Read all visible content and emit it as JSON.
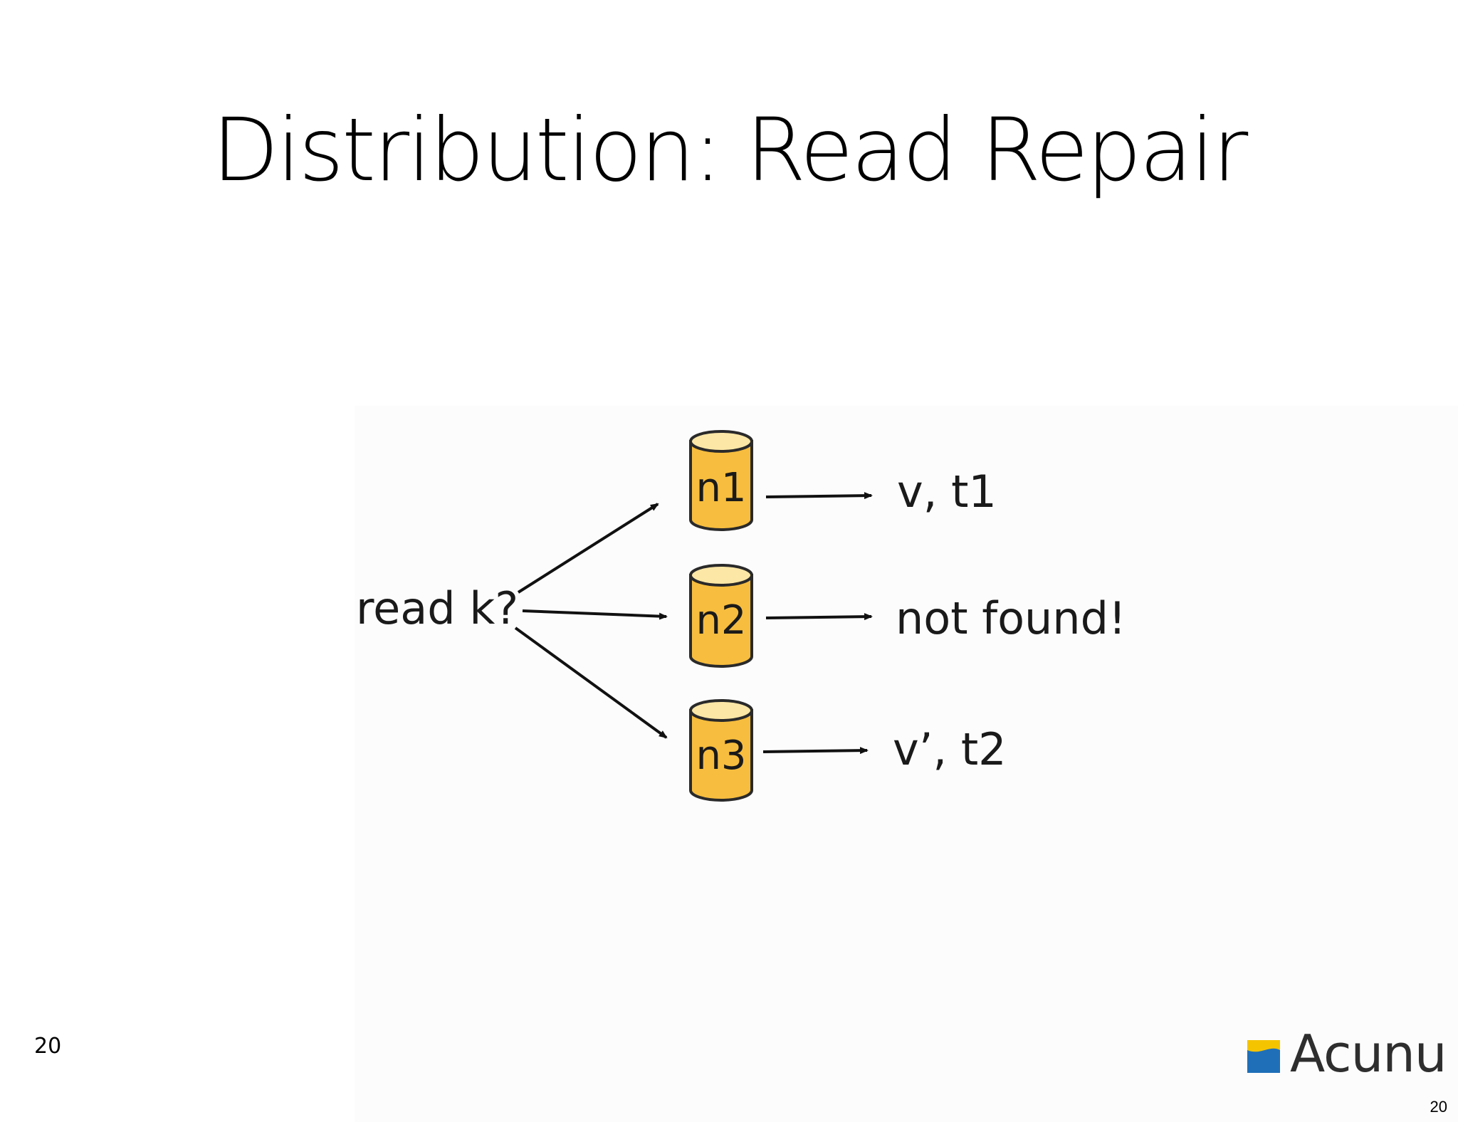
{
  "slide": {
    "title": "Distribution: Read Repair",
    "slide_number": "20",
    "page_number": "20"
  },
  "diagram": {
    "source_label": "read k?",
    "nodes": [
      {
        "id": "n1",
        "label": "n1",
        "result": "v, t1"
      },
      {
        "id": "n2",
        "label": "n2",
        "result": "not found!"
      },
      {
        "id": "n3",
        "label": "n3",
        "result": "v’, t2"
      }
    ],
    "colors": {
      "node_fill": "#f7bd3e",
      "node_top": "#fde7a6",
      "node_stroke": "#2a2a2a",
      "arrow": "#111111"
    }
  },
  "logo": {
    "text": "Acunu",
    "colors": {
      "blue": "#1f6fb8",
      "yellow": "#f5c400"
    }
  }
}
